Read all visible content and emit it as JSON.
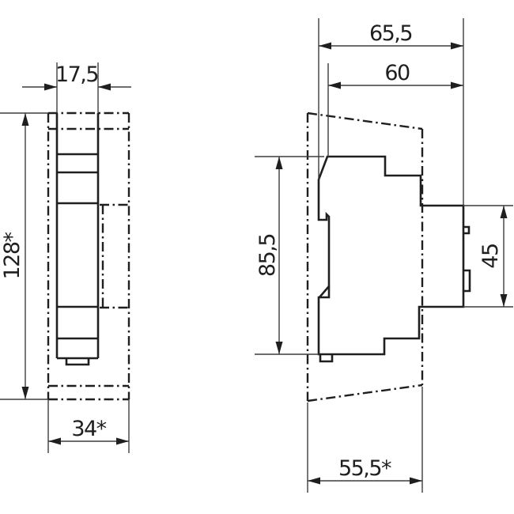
{
  "colors": {
    "line-strong": "#1f1f1f",
    "line-thin": "#3d3d3d",
    "background": "#ffffff"
  },
  "drawing": {
    "type": "dimension-drawing",
    "front_view": {
      "width": "17,5",
      "height": "128*",
      "envelope_width": "34*"
    },
    "side_view": {
      "total_depth": "65,5",
      "upper_depth": "60",
      "height": "85,5",
      "front_face_height": "45",
      "envelope_depth": "55,5*"
    }
  }
}
